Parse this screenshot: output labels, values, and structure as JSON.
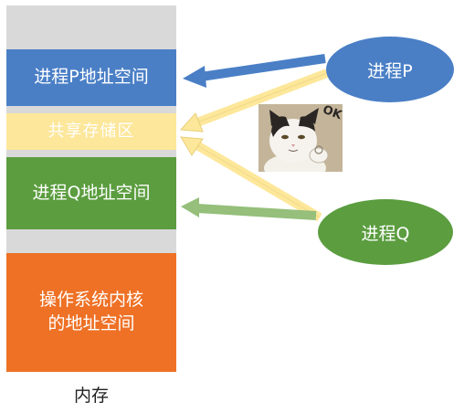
{
  "memory": {
    "caption": "内存",
    "blocks": {
      "p_space": "进程P地址空间",
      "shared": "共享存储区",
      "q_space": "进程Q地址空间",
      "os_line1": "操作系统内核",
      "os_line2": "的地址空间"
    }
  },
  "processes": {
    "p": "进程P",
    "q": "进程Q"
  },
  "sticker": {
    "text": "OK",
    "icon": "cat-ok-sticker"
  },
  "colors": {
    "p_blue": "#4a7fc6",
    "q_green": "#5b9d3f",
    "shared_yellow": "#fde79a",
    "os_orange": "#ee7125",
    "gap_gray": "#d9d9d9"
  }
}
